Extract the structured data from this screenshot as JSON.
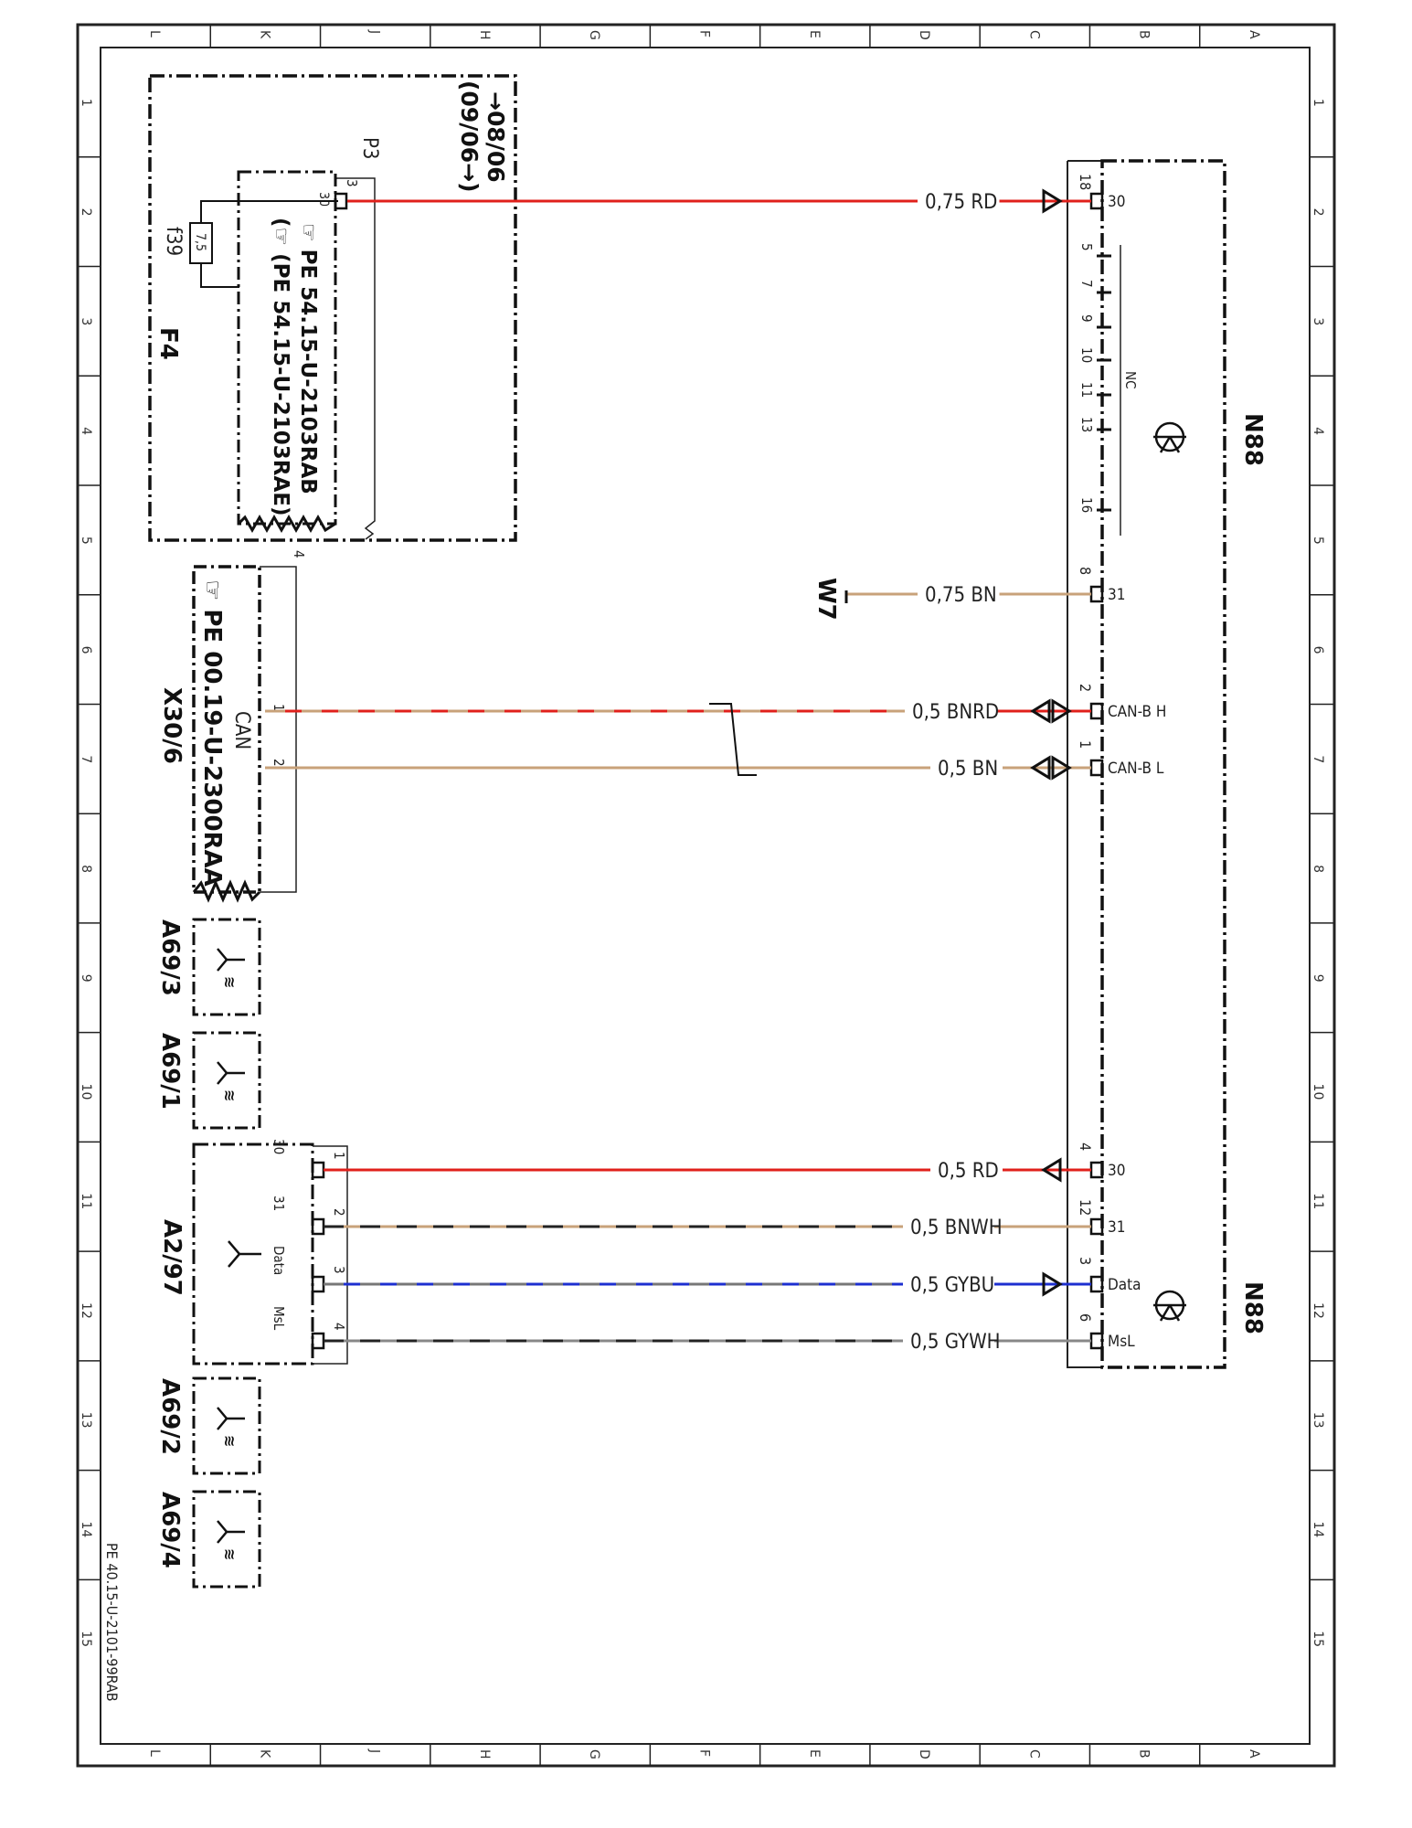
{
  "frame": {
    "letters_top": [
      "L",
      "K",
      "J",
      "H",
      "G",
      "F",
      "E",
      "D",
      "C",
      "B",
      "A"
    ],
    "numbers_side": [
      "1",
      "2",
      "3",
      "4",
      "5",
      "6",
      "7",
      "8",
      "9",
      "10",
      "11",
      "12",
      "13",
      "14",
      "15"
    ]
  },
  "document_ref": "PE 40.15-U-2101-99RAB",
  "fuse_block": {
    "date_top": "08/06",
    "date_bottom": "(09/06→)",
    "plug_label": "P3",
    "plug_pin": "3",
    "term_30": "30",
    "fuse_rating": "7,5",
    "fuse_label": "f39",
    "block_label": "F4",
    "ref1": "PE 54.15-U-2103RAB",
    "ref2": "(PE 54.15-U-2103RAE)"
  },
  "x30": {
    "label": "X30/6",
    "bus": "CAN",
    "pin1": "1",
    "pin2": "2",
    "pin4": "4",
    "ref": "PE 00.19-U-2300RAA"
  },
  "a2_97": {
    "label": "A2/97",
    "terms": [
      "30",
      "31",
      "Data",
      "MsL"
    ],
    "pins": [
      "1",
      "2",
      "3",
      "4"
    ]
  },
  "antennas": [
    "A69/3",
    "A69/1",
    "A69/2",
    "A69/4"
  ],
  "n88": {
    "label": "N88",
    "nc_label": "NC",
    "nc_pins": [
      "5",
      "7",
      "9",
      "10",
      "11",
      "13",
      "16"
    ],
    "terms_top": [
      {
        "pin": "18",
        "term": "30"
      },
      {
        "pin": "8",
        "term": "31"
      },
      {
        "pin": "2",
        "term": "CAN-B H"
      },
      {
        "pin": "1",
        "term": "CAN-B L"
      }
    ],
    "terms_bottom": [
      {
        "pin": "4",
        "term": "30"
      },
      {
        "pin": "12",
        "term": "31"
      },
      {
        "pin": "3",
        "term": "Data"
      },
      {
        "pin": "6",
        "term": "MsL"
      }
    ]
  },
  "ground_label": "W7",
  "wires": [
    {
      "label": "0,75 RD",
      "color": "#e0201b"
    },
    {
      "label": "0,75 BN",
      "color": "#c8a27a"
    },
    {
      "label": "0,5 BNRD",
      "color": "#e0201b",
      "stripe": "#c8a27a"
    },
    {
      "label": "0,5 BN",
      "color": "#c8a27a"
    },
    {
      "label": "0,5 RD",
      "color": "#e0201b"
    },
    {
      "label": "0,5 BNWH",
      "color": "#c8a27a",
      "stripe": "#222222"
    },
    {
      "label": "0,5 GYBU",
      "color": "#1d2fd0",
      "stripe": "#777777"
    },
    {
      "label": "0,5 GYWH",
      "color": "#888888",
      "stripe": "#222222"
    }
  ]
}
